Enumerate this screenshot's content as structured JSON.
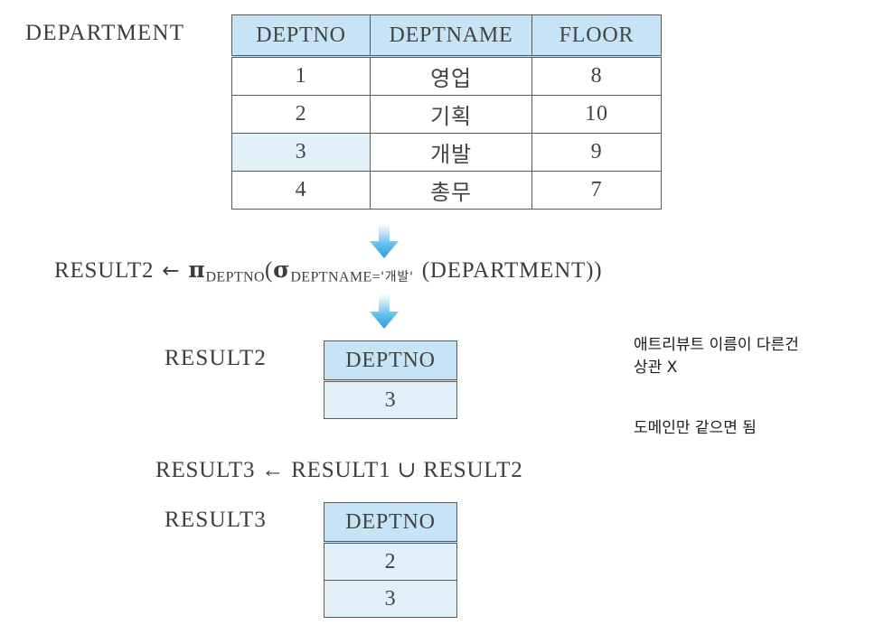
{
  "colors": {
    "header_fill": "#c6e4f5",
    "highlight_fill": "#e2f0fa",
    "border": "#595959",
    "arrow": "#3aa8e0",
    "text": "#3f3f3f"
  },
  "department": {
    "label": "DEPARTMENT",
    "columns": [
      "DEPTNO",
      "DEPTNAME",
      "FLOOR"
    ],
    "rows": [
      {
        "DEPTNO": "1",
        "DEPTNAME": "영업",
        "FLOOR": "8",
        "highlighted": false
      },
      {
        "DEPTNO": "2",
        "DEPTNAME": "기획",
        "FLOOR": "10",
        "highlighted": false
      },
      {
        "DEPTNO": "3",
        "DEPTNAME": "개발",
        "FLOOR": "9",
        "highlighted": true
      },
      {
        "DEPTNO": "4",
        "DEPTNAME": "총무",
        "FLOOR": "7",
        "highlighted": false
      }
    ]
  },
  "formula_result2": {
    "lhs": "RESULT2",
    "assign": "←",
    "project_op": "π",
    "project_sub": "DEPTNO",
    "open_paren": "(",
    "select_op": "σ",
    "select_sub_attr": "DEPTNAME=",
    "select_sub_value": "'개발'",
    "operand": "(DEPARTMENT)",
    "close_paren": ")"
  },
  "result2": {
    "label": "RESULT2",
    "columns": [
      "DEPTNO"
    ],
    "rows": [
      {
        "DEPTNO": "3"
      }
    ]
  },
  "formula_result3": {
    "text": "RESULT3  ←  RESULT1  ∪  RESULT2"
  },
  "result3": {
    "label": "RESULT3",
    "columns": [
      "DEPTNO"
    ],
    "rows": [
      {
        "DEPTNO": "2"
      },
      {
        "DEPTNO": "3"
      }
    ]
  },
  "notes": [
    {
      "text": "애트리뷰트 이름이 다른건\n상관 X"
    },
    {
      "text": "도메인만 같으면 됨"
    }
  ],
  "arrows": [
    {
      "name": "arrow-department-to-formula"
    },
    {
      "name": "arrow-formula-to-result2"
    }
  ]
}
